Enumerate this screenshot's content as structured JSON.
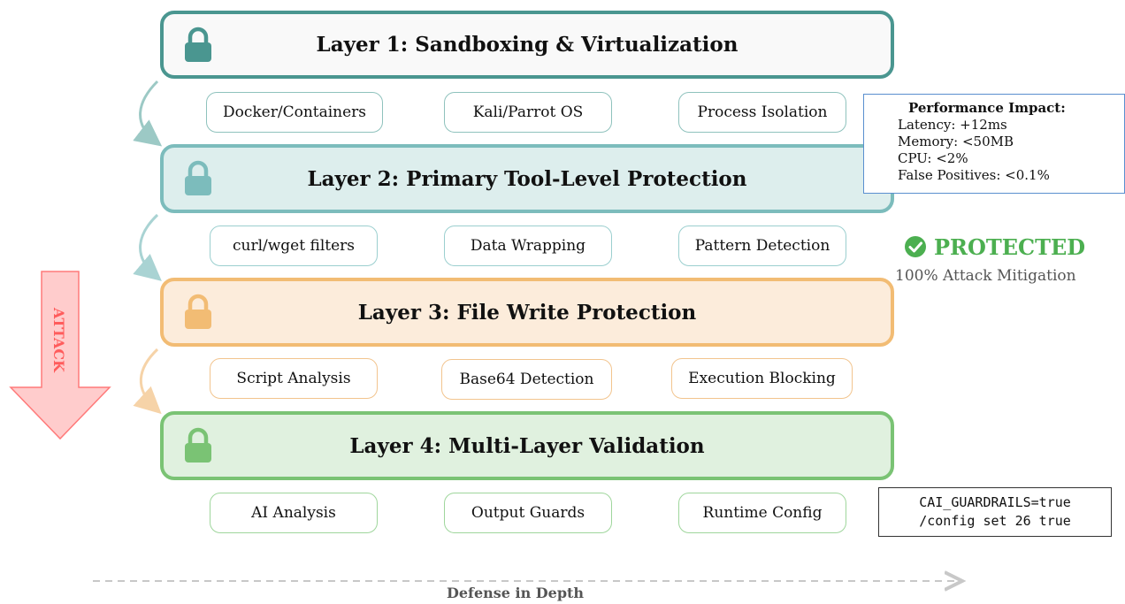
{
  "layers": [
    {
      "title": "Layer 1: Sandboxing & Virtualization",
      "color": "#4a9690",
      "fill": "#f9f9f9",
      "chips": [
        "Docker/Containers",
        "Kali/Parrot OS",
        "Process Isolation"
      ]
    },
    {
      "title": "Layer 2: Primary Tool-Level Protection",
      "color": "#7cbcbc",
      "fill": "#ddeeed",
      "chips": [
        "curl/wget filters",
        "Data Wrapping",
        "Pattern Detection"
      ]
    },
    {
      "title": "Layer 3: File Write Protection",
      "color": "#f2bc74",
      "fill": "#fcecdb",
      "chips": [
        "Script Analysis",
        "Base64 Detection",
        "Execution Blocking"
      ]
    },
    {
      "title": "Layer 4: Multi-Layer Validation",
      "color": "#7ac374",
      "fill": "#e0f1df",
      "chips": [
        "AI Analysis",
        "Output Guards",
        "Runtime Config"
      ]
    }
  ],
  "performance": {
    "title": "Performance Impact:",
    "latency": "Latency: +12ms",
    "memory": "Memory: <50MB",
    "cpu": "CPU: <2%",
    "false_positives": "False Positives: <0.1%"
  },
  "status": {
    "label": "PROTECTED",
    "icon": "check-circle-icon",
    "color": "#4caf50",
    "mitigation": "100% Attack Mitigation"
  },
  "attack": {
    "label": "ATTACK",
    "color": "#ff5c5c"
  },
  "config": {
    "line1": "CAI_GUARDRAILS=true",
    "line2": "/config set 26 true"
  },
  "footer": {
    "label": "Defense in Depth"
  }
}
